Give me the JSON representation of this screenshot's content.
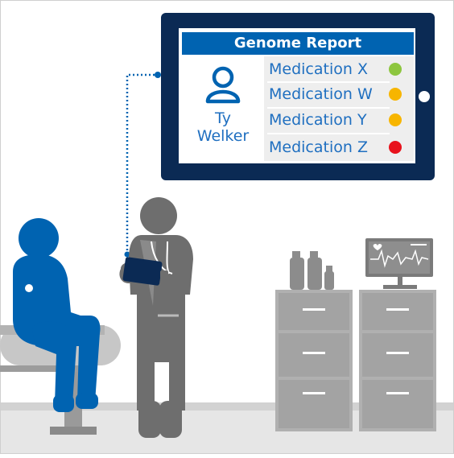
{
  "report": {
    "title": "Genome Report",
    "patient": {
      "first_name": "Ty",
      "last_name": "Welker"
    },
    "medications": [
      {
        "label": "Medication X",
        "status_color": "#8dc63f"
      },
      {
        "label": "Medication W",
        "status_color": "#f7b500"
      },
      {
        "label": "Medication Y",
        "status_color": "#f7b500"
      },
      {
        "label": "Medication Z",
        "status_color": "#e8121c"
      }
    ]
  },
  "colors": {
    "brand_blue": "#0063b1",
    "text_blue": "#1f6fc0",
    "tablet_navy": "#0b2a54",
    "figure_gray": "#6e6e6e",
    "furniture_gray": "#b0b0b0"
  }
}
